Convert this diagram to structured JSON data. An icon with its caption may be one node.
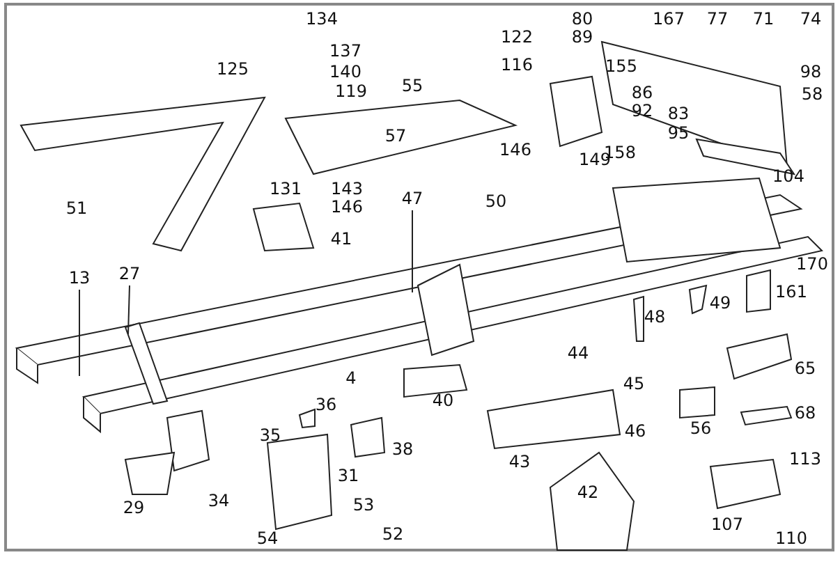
{
  "diagram": {
    "nodes": [
      {
        "text": [
          "13"
        ]
      },
      {
        "text": [
          "27"
        ]
      },
      {
        "text": [
          "47"
        ]
      }
    ],
    "edges": [
      {
        "from": 0,
        "to": null,
        "arrow": "none"
      },
      {
        "from": 1,
        "to": null,
        "arrow": "none"
      },
      {
        "from": 2,
        "to": null,
        "arrow": "none"
      }
    ],
    "labels": [
      "134",
      "122",
      "80",
      "89",
      "167",
      "77",
      "71",
      "74",
      "125",
      "137",
      "116",
      "140",
      "119",
      "55",
      "155",
      "86",
      "98",
      "92",
      "83",
      "95",
      "58",
      "57",
      "146",
      "149",
      "158",
      "104",
      "51",
      "131",
      "143",
      "146",
      "50",
      "41",
      "170",
      "161",
      "48",
      "49",
      "44",
      "65",
      "4",
      "45",
      "36",
      "40",
      "35",
      "46",
      "56",
      "68",
      "38",
      "43",
      "113",
      "31",
      "29",
      "34",
      "53",
      "42",
      "107",
      "54",
      "52",
      "110"
    ]
  }
}
